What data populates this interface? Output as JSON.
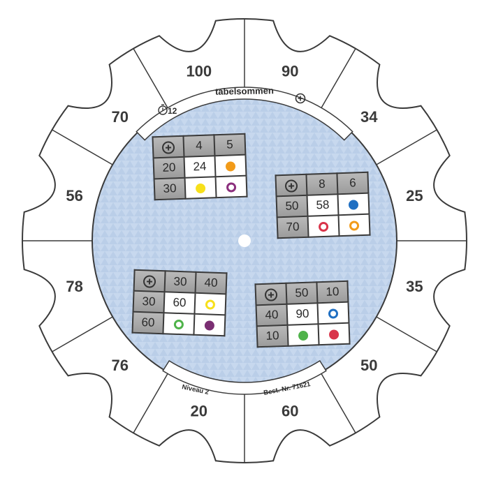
{
  "wheel": {
    "title": "tabelsommen",
    "timer": "12",
    "level": "Niveau 2",
    "order_number": "Best.-Nr. 71621",
    "outer_numbers": [
      "90",
      "34",
      "25",
      "35",
      "50",
      "60",
      "20",
      "76",
      "78",
      "56",
      "70",
      "100"
    ]
  },
  "tables": [
    {
      "col_headers": [
        "4",
        "5"
      ],
      "row_headers": [
        "20",
        "30"
      ],
      "cells": [
        [
          "24",
          {
            "color": "#f29b19",
            "ring": false
          }
        ],
        [
          {
            "color": "#f7e01b",
            "ring": false
          },
          {
            "color": "#8b2f7d",
            "ring": true
          }
        ]
      ]
    },
    {
      "col_headers": [
        "8",
        "6"
      ],
      "row_headers": [
        "50",
        "70"
      ],
      "cells": [
        [
          "58",
          {
            "color": "#1f6fc2",
            "ring": false
          }
        ],
        [
          {
            "color": "#d9344a",
            "ring": true
          },
          {
            "color": "#f29b19",
            "ring": true
          }
        ]
      ]
    },
    {
      "col_headers": [
        "30",
        "40"
      ],
      "row_headers": [
        "30",
        "60"
      ],
      "cells": [
        [
          "60",
          {
            "color": "#f7e01b",
            "ring": true
          }
        ],
        [
          {
            "color": "#4fb34a",
            "ring": true
          },
          {
            "color": "#7a2e72",
            "ring": false
          }
        ]
      ]
    },
    {
      "col_headers": [
        "50",
        "10"
      ],
      "row_headers": [
        "40",
        "10"
      ],
      "cells": [
        [
          "90",
          {
            "color": "#1f6fc2",
            "ring": true
          }
        ],
        [
          {
            "color": "#4fb34a",
            "ring": false
          },
          {
            "color": "#d9344a",
            "ring": false
          }
        ]
      ]
    }
  ],
  "colors": {
    "disc": "#c9d9ee",
    "outline": "#3a3a3a",
    "number_text": "#3a3a3a"
  },
  "icons": [
    "plus-icon",
    "stopwatch-icon",
    "plus-circle-icon"
  ]
}
